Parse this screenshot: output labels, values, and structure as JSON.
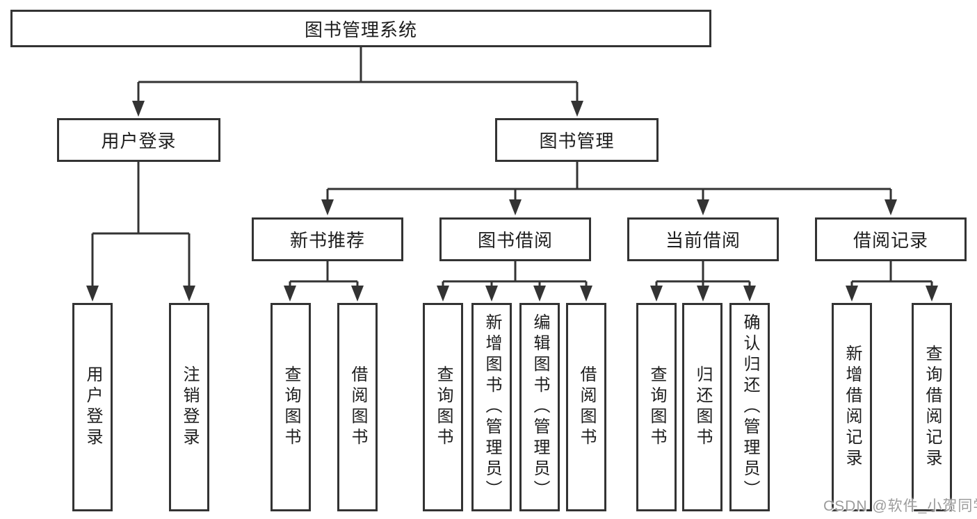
{
  "tree": {
    "label": "图书管理系统",
    "children": [
      {
        "label": "用户登录",
        "children": [
          {
            "label": "用户登录"
          },
          {
            "label": "注销登录"
          }
        ]
      },
      {
        "label": "图书管理",
        "children": [
          {
            "label": "新书推荐",
            "children": [
              {
                "label": "查询图书"
              },
              {
                "label": "借阅图书"
              }
            ]
          },
          {
            "label": "图书借阅",
            "children": [
              {
                "label": "查询图书"
              },
              {
                "label": "新增图书（管理员）"
              },
              {
                "label": "编辑图书（管理员）"
              },
              {
                "label": "借阅图书"
              }
            ]
          },
          {
            "label": "当前借阅",
            "children": [
              {
                "label": "查询图书"
              },
              {
                "label": "归还图书"
              },
              {
                "label": "确认归还（管理员）"
              }
            ]
          },
          {
            "label": "借阅记录",
            "children": [
              {
                "label": "新增借阅记录"
              },
              {
                "label": "查询借阅记录"
              }
            ]
          }
        ]
      }
    ]
  },
  "watermark": {
    "text": "CSDN @软件_小贺同学"
  },
  "colors": {
    "line": "#333333",
    "box_border": "#333333",
    "text": "#1d1d1d",
    "watermark": "#9c9c9c",
    "background": "#ffffff"
  }
}
